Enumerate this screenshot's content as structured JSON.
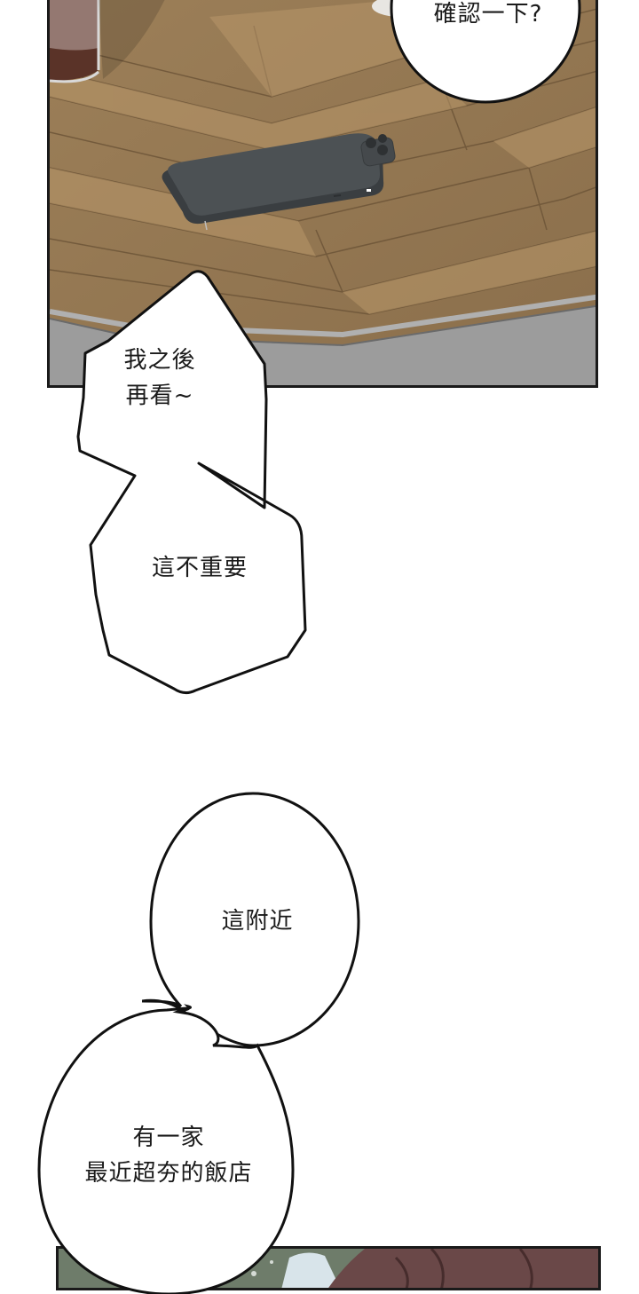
{
  "page": {
    "type": "webtoon-strip",
    "background": "#ffffff"
  },
  "panels": [
    {
      "id": "panel-1",
      "scene": "phone lying face-down on herringbone wooden table, iced drinks at top-left",
      "colors": {
        "wood_light": "#b8976a",
        "wood_dark": "#8f7350",
        "table_edge": "#9a9a9a",
        "phone": "#4a4f52",
        "border": "#1a1a1a"
      }
    },
    {
      "id": "panel-2",
      "scene": "foliage and sky with figure's dark hair at right (partially visible)",
      "colors": {
        "foliage": "#6e7c6a",
        "sky": "#d8e4ea",
        "hair": "#6a4848"
      }
    }
  ],
  "bubbles": [
    {
      "id": "bubble-confirm",
      "shape": "oval",
      "text": "確認一下?"
    },
    {
      "id": "bubble-later",
      "shape": "jagged",
      "lines": [
        "我之後",
        "再看~"
      ]
    },
    {
      "id": "bubble-not-important",
      "shape": "jagged",
      "text": "這不重要"
    },
    {
      "id": "bubble-nearby",
      "shape": "oval",
      "text": "這附近"
    },
    {
      "id": "bubble-hotel",
      "shape": "oval",
      "lines": [
        "有一家",
        "最近超夯的飯店"
      ]
    }
  ]
}
